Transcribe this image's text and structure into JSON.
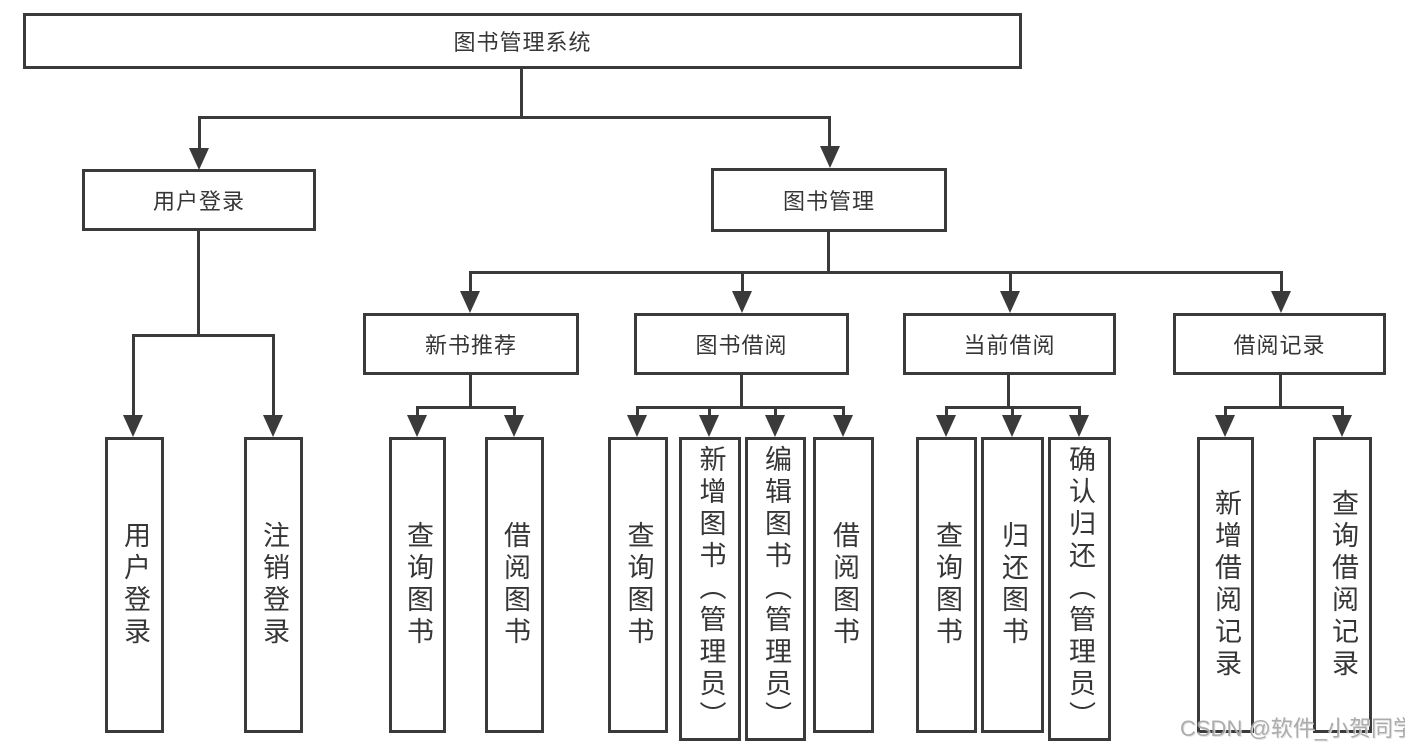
{
  "colors": {
    "line": "#3a3a3a",
    "text": "#363636",
    "watermark": "#a6a6a6",
    "background": "#ffffff"
  },
  "tree": {
    "root": {
      "label": "图书管理系统"
    },
    "branches": [
      {
        "label": "用户登录",
        "children": [
          {
            "label": "用户登录"
          },
          {
            "label": "注销登录"
          }
        ]
      },
      {
        "label": "图书管理",
        "children": [
          {
            "label": "新书推荐",
            "children": [
              {
                "label": "查询图书"
              },
              {
                "label": "借阅图书"
              }
            ]
          },
          {
            "label": "图书借阅",
            "children": [
              {
                "label": "查询图书"
              },
              {
                "label": "新增图书（管理员）"
              },
              {
                "label": "编辑图书（管理员）"
              },
              {
                "label": "借阅图书"
              }
            ]
          },
          {
            "label": "当前借阅",
            "children": [
              {
                "label": "查询图书"
              },
              {
                "label": "归还图书"
              },
              {
                "label": "确认归还（管理员）"
              }
            ]
          },
          {
            "label": "借阅记录",
            "children": [
              {
                "label": "新增借阅记录"
              },
              {
                "label": "查询借阅记录"
              }
            ]
          }
        ]
      }
    ]
  },
  "watermark": "CSDN @软件_小贺同学"
}
